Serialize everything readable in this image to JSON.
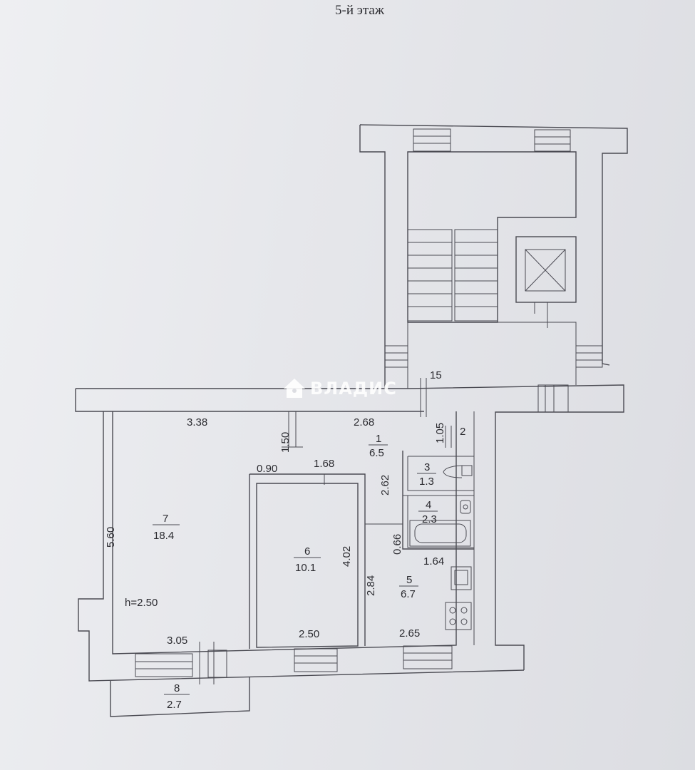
{
  "floor_title": "5-й этаж",
  "watermark": "ВЛАДИС",
  "ceiling_height": "h=2.50",
  "rooms": [
    {
      "num": "1",
      "area": "6.5"
    },
    {
      "num": "3",
      "area": "1.3"
    },
    {
      "num": "4",
      "area": "2.3"
    },
    {
      "num": "5",
      "area": "6.7"
    },
    {
      "num": "6",
      "area": "10.1"
    },
    {
      "num": "7",
      "area": "18.4"
    },
    {
      "num": "8",
      "area": "2.7"
    }
  ],
  "room2_label": "2",
  "stair_label": "15",
  "dimensions": {
    "d338": "3.38",
    "d268": "2.68",
    "d150": "1.50",
    "d105": "1.05",
    "d090": "0.90",
    "d168": "1.68",
    "d262": "2.62",
    "d560": "5.60",
    "d402": "4.02",
    "d284": "2.84",
    "d066": "0.66",
    "d164": "1.64",
    "d305": "3.05",
    "d250": "2.50",
    "d265": "2.65"
  }
}
